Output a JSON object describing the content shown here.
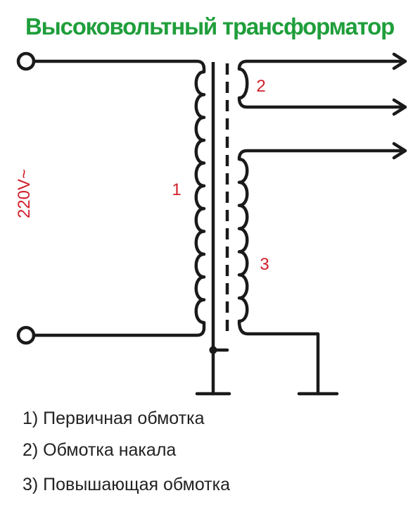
{
  "title": "Высоковольтный трансформатор",
  "voltage_label": "220V~",
  "winding_labels": [
    "1",
    "2",
    "3"
  ],
  "legend": [
    "1) Первичная обмотка",
    "2) Обмотка накала",
    "3) Повышающая обмотка"
  ],
  "colors": {
    "title": "#1f9e3b",
    "labels": "#d0202a",
    "wire": "#1a1a1a",
    "legend_text": "#222222"
  }
}
